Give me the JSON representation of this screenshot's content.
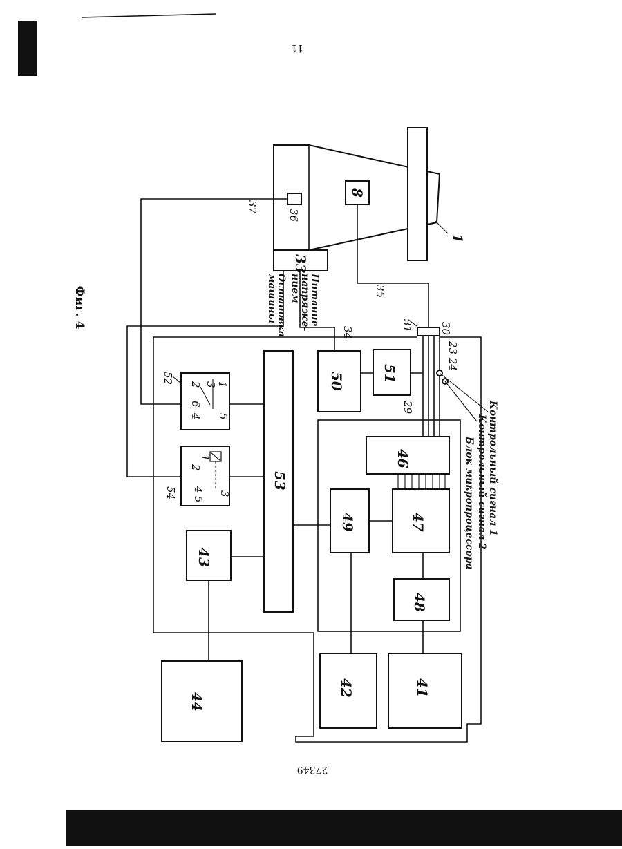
{
  "page": {
    "number": "11",
    "figure_caption": "Фиг. 4",
    "patent_number": "27349"
  },
  "colors": {
    "ink": "#111111",
    "paper": "#ffffff"
  },
  "blocks": {
    "b1": "1",
    "b8": "8",
    "b33": "33",
    "b36": "36",
    "b41": "41",
    "b42": "42",
    "b43": "43",
    "b44": "44",
    "b46": "46",
    "b47": "47",
    "b48": "48",
    "b49": "49",
    "b50": "50",
    "b51": "51",
    "b52": "52",
    "b53": "53",
    "b54": "54"
  },
  "leads": {
    "l29": "29",
    "l30": "30",
    "l31": "31",
    "l34": "34",
    "l35": "35",
    "l37": "37",
    "l2324": "23 24"
  },
  "captions": {
    "signal1": "Контрольный сигнал 1",
    "signal2": "Контрольный сигнал 2",
    "microprocessor": "Блок микропроцессора",
    "supply_line1": "Питание",
    "supply_line2": "напряже-",
    "supply_line3": "нием",
    "stop_line1": "Остановка",
    "stop_line2": "машины"
  },
  "relay52": {
    "l1": "1",
    "l3": "3",
    "l2": "2",
    "l6": "6",
    "l4": "4",
    "l5": "5"
  },
  "relay54": {
    "l1": "1",
    "l2": "2",
    "l3": "3",
    "l4": "4",
    "l5": "5"
  }
}
